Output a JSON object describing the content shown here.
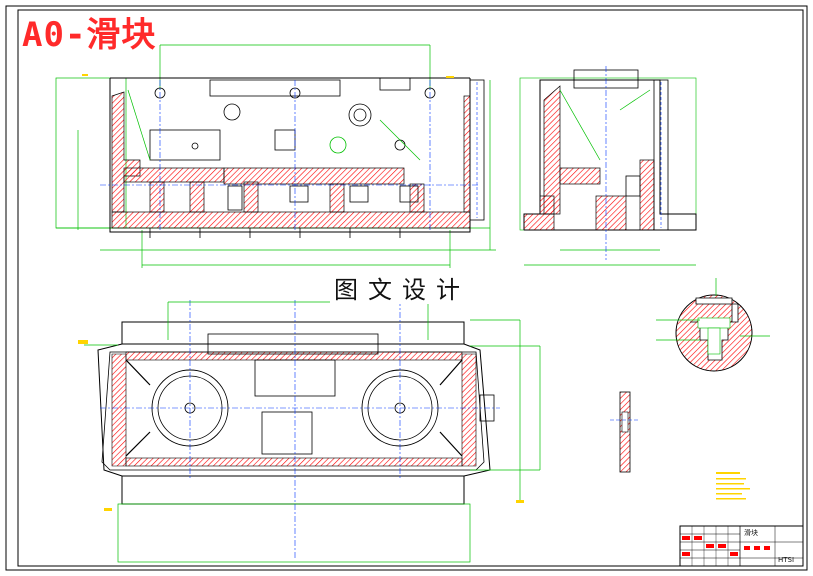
{
  "drawing": {
    "stamp_label": "A0-滑块",
    "watermark": "图文设计",
    "title_block": {
      "part_name": "滑块",
      "code": "HTSI"
    }
  },
  "colors": {
    "outline": "#000000",
    "dimension": "#00c000",
    "section_hatch": "#ff0000",
    "center_line": "#0033ff",
    "annotation": "#ffd400",
    "stamp": "#ff2a2a"
  }
}
